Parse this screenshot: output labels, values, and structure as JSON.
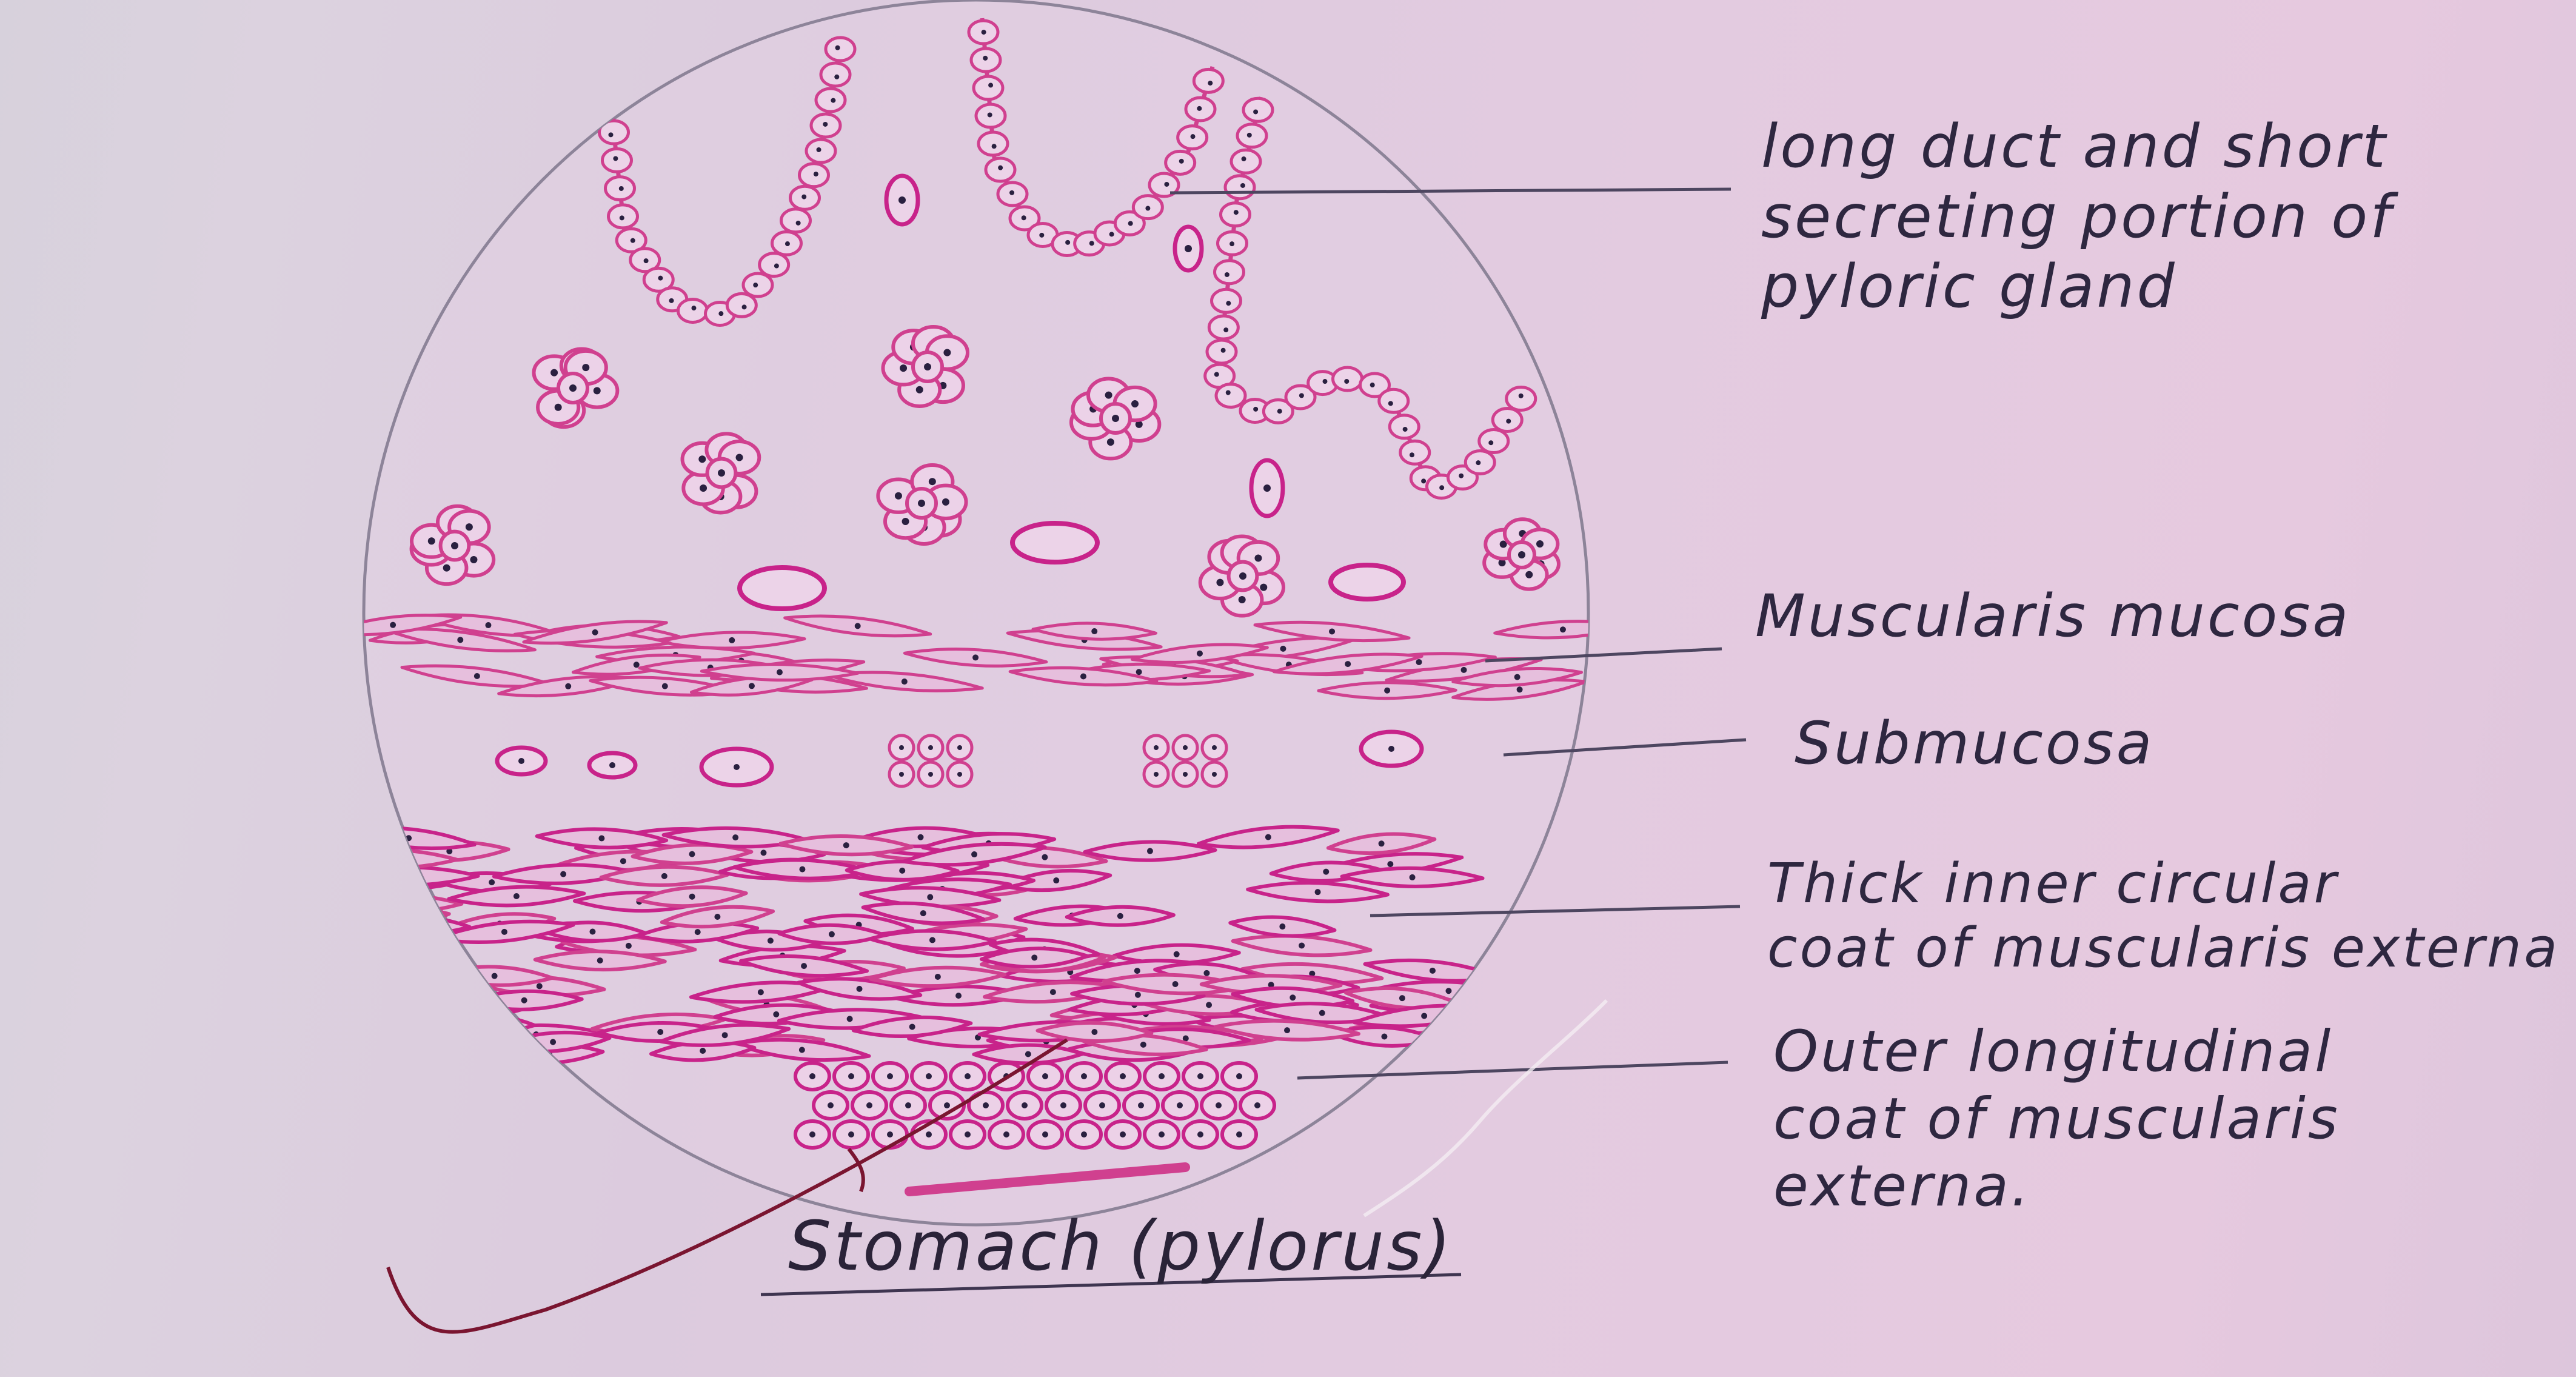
{
  "figure": {
    "title": "Stomach (pylorus)",
    "labels": [
      {
        "key": "gland",
        "text": "long duct and short\nsecreting portion of\npyloric gland"
      },
      {
        "key": "muscularis_mucosa",
        "text": "Muscularis mucosa"
      },
      {
        "key": "submucosa",
        "text": "Submucosa"
      },
      {
        "key": "inner_circular",
        "text": "Thick inner circular\ncoat of muscularis externa"
      },
      {
        "key": "outer_longitudinal",
        "text": "Outer longitudinal\ncoat of muscularis\nexterna."
      }
    ]
  },
  "colors": {
    "paper": "#dccbde",
    "ink_pink": "#d0408f",
    "ink_magenta": "#c8238a",
    "pencil": "#4d4660",
    "pen": "#7a1530"
  }
}
